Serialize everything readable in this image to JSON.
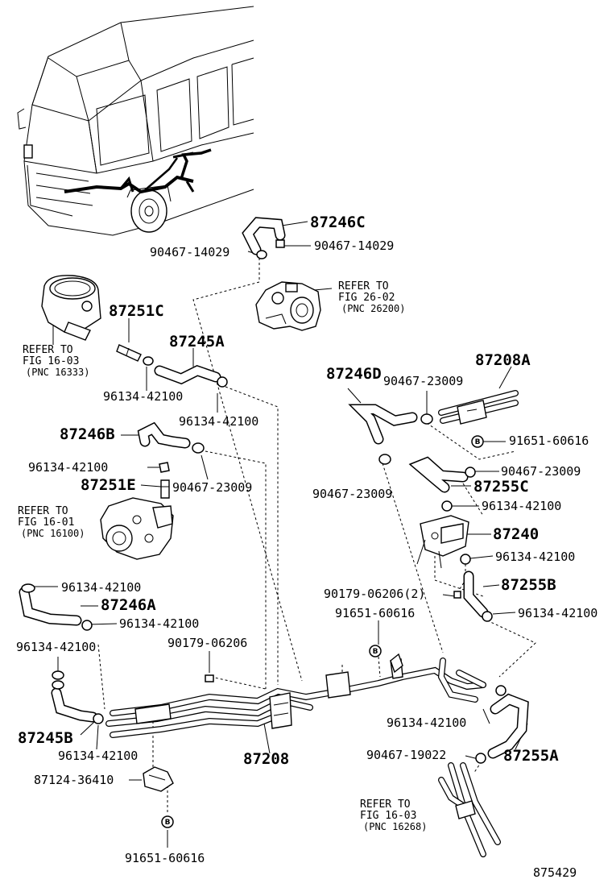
{
  "labels": {
    "p87246C": "87246C",
    "c90467_14029_right": "90467-14029",
    "c90467_14029_left": "90467-14029",
    "p87251C": "87251C",
    "p87245A": "87245A",
    "c96134_a": "96134-42100",
    "c96134_b": "96134-42100",
    "p87246B": "87246B",
    "c96134_c": "96134-42100",
    "p87251E": "87251E",
    "c90467_23009_a": "90467-23009",
    "p87246D": "87246D",
    "c90467_23009_b": "90467-23009",
    "p87208A": "87208A",
    "b91651_a": "91651-60616",
    "c90467_23009_c": "90467-23009",
    "p87255C": "87255C",
    "c90467_23009_d": "90467-23009",
    "c96134_d": "96134-42100",
    "p87240": "87240",
    "c96134_e": "96134-42100",
    "p87255B": "87255B",
    "c90179_2": "90179-06206(2)",
    "b91651_b": "91651-60616",
    "c96134_f": "96134-42100",
    "c96134_g": "96134-42100",
    "p87246A": "87246A",
    "c96134_h": "96134-42100",
    "c96134_i": "96134-42100",
    "c90179": "90179-06206",
    "p87245B": "87245B",
    "c96134_j": "96134-42100",
    "p87208": "87208",
    "c96134_k": "96134-42100",
    "c90467_19022": "90467-19022",
    "p87255A": "87255A",
    "p87124": "87124-36410",
    "b91651_c": "91651-60616",
    "diagram_id": "875429",
    "bolt_mark": "B"
  },
  "refs": {
    "r2602": {
      "line1": "REFER TO",
      "line2": "FIG 26-02",
      "pnc": "(PNC 26200)"
    },
    "r1603a": {
      "line1": "REFER TO",
      "line2": "FIG 16-03",
      "pnc": "(PNC 16333)"
    },
    "r1601": {
      "line1": "REFER TO",
      "line2": "FIG 16-01",
      "pnc": "(PNC 16100)"
    },
    "r1603b": {
      "line1": "REFER TO",
      "line2": "FIG 16-03",
      "pnc": "(PNC 16268)"
    }
  }
}
